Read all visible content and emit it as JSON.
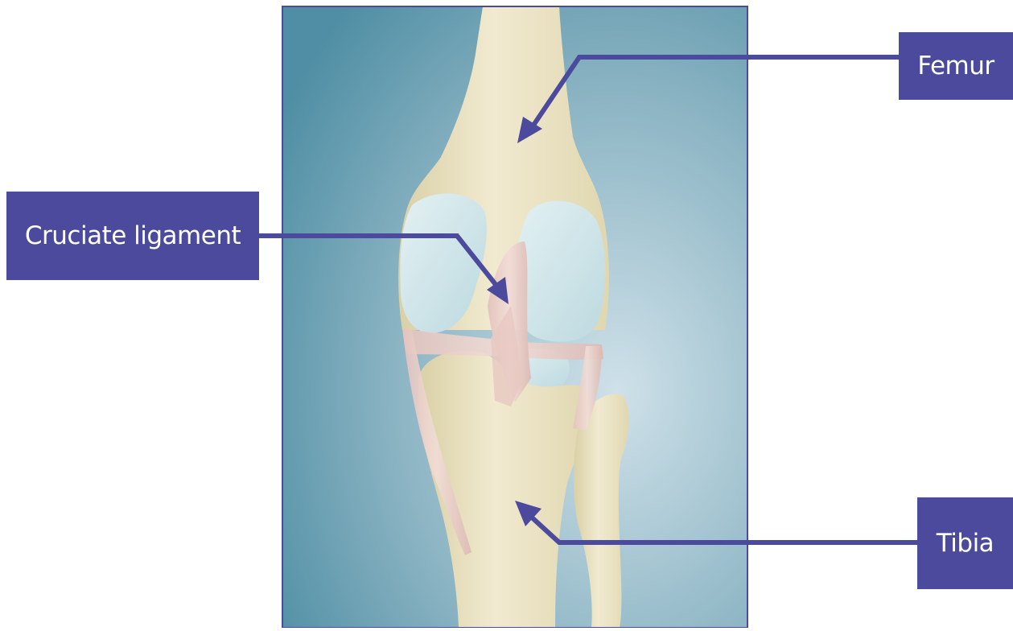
{
  "diagram": {
    "labels": {
      "femur": "Femur",
      "cruciate": "Cruciate ligament",
      "tibia": "Tibia"
    },
    "colors": {
      "label_box": "#4b4a9c",
      "label_text": "#ffffff",
      "arrow": "#4b4a9c",
      "panel_border": "#4b4a9c",
      "background_dark": "#4f8ea4",
      "background_light": "#c7dbe4",
      "bone": "#ede6c2",
      "cartilage": "#d5ebef",
      "ligament": "#e9cfca"
    },
    "icons": {
      "femur_arrow": "arrow-icon",
      "cruciate_arrow": "arrow-icon",
      "tibia_arrow": "arrow-icon"
    }
  }
}
